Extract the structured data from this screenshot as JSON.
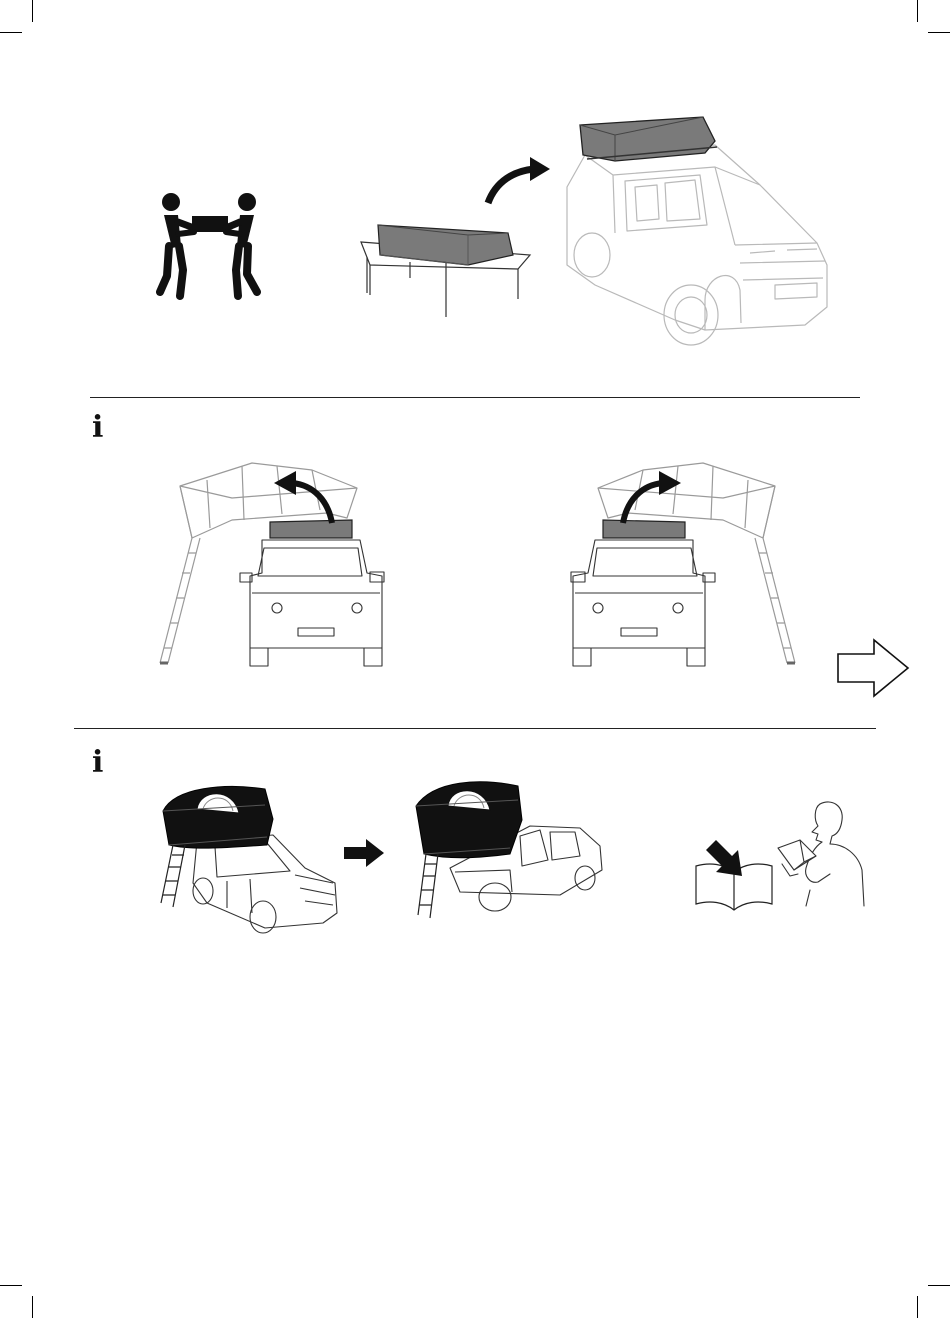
{
  "page": {
    "type": "instruction-manual-page"
  },
  "colors": {
    "ink": "#111111",
    "line": "#555555",
    "faint": "#b9b9b9",
    "tent_grey": "#7a7a7a"
  },
  "section_1": {
    "icons": [
      "two-person-lift-icon",
      "tent-box-on-table",
      "lift-arrow-icon",
      "car-with-roof-tent"
    ]
  },
  "section_2": {
    "info_mark": "i",
    "icons": [
      "car-rear-tent-open-left",
      "open-arrow-left-icon",
      "car-rear-tent-open-right",
      "open-arrow-right-icon",
      "next-page-arrow-icon"
    ]
  },
  "section_3": {
    "info_mark": "i",
    "icons": [
      "car-tent-deployed-front",
      "transition-arrow-icon",
      "car-tent-deployed-rear",
      "open-book-icon",
      "person-reading-manual"
    ]
  }
}
